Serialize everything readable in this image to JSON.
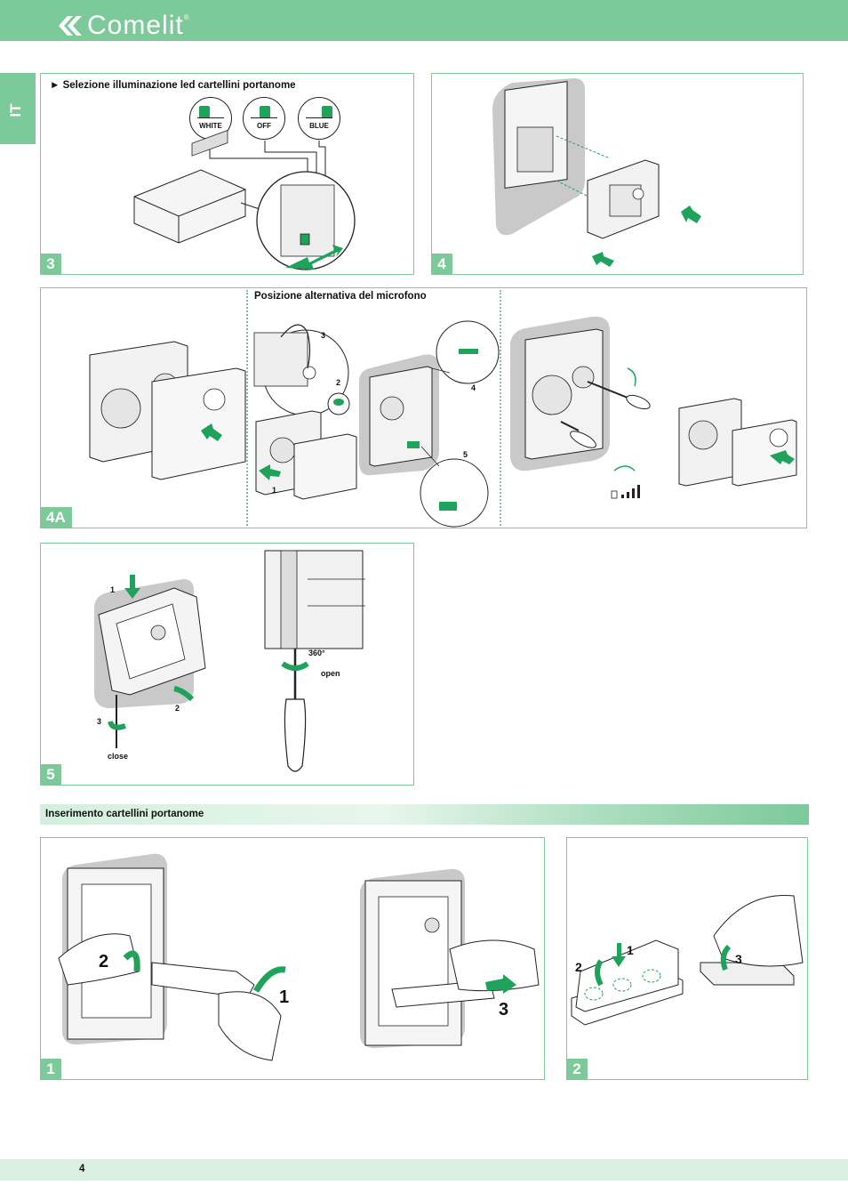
{
  "header": {
    "brand": "Comelit",
    "trademark": "®"
  },
  "language_tab": "IT",
  "panels": {
    "p3": {
      "badge": "3",
      "title": "► Selezione illuminazione led cartellini portanome",
      "led_options": [
        "WHITE",
        "OFF",
        "BLUE"
      ]
    },
    "p4": {
      "badge": "4"
    },
    "p4a": {
      "badge": "4A",
      "title": "Posizione alternativa del microfono",
      "steps": [
        "1",
        "2",
        "3",
        "4",
        "5"
      ]
    },
    "p5": {
      "badge": "5",
      "steps": [
        "1",
        "2",
        "3"
      ],
      "close_label": "close",
      "rotation_label": "360°",
      "open_label": "open"
    }
  },
  "section": {
    "title": "Inserimento cartellini portanome"
  },
  "bottom_panels": {
    "b1": {
      "badge": "1",
      "steps": [
        "2",
        "1",
        "3"
      ]
    },
    "b2": {
      "badge": "2",
      "steps": [
        "1",
        "2",
        "3"
      ]
    }
  },
  "footer": {
    "page_number": "4"
  },
  "colors": {
    "accent": "#7cc99a",
    "arrow_green": "#1fa35a",
    "photo_grey": "#c9c9c9"
  }
}
